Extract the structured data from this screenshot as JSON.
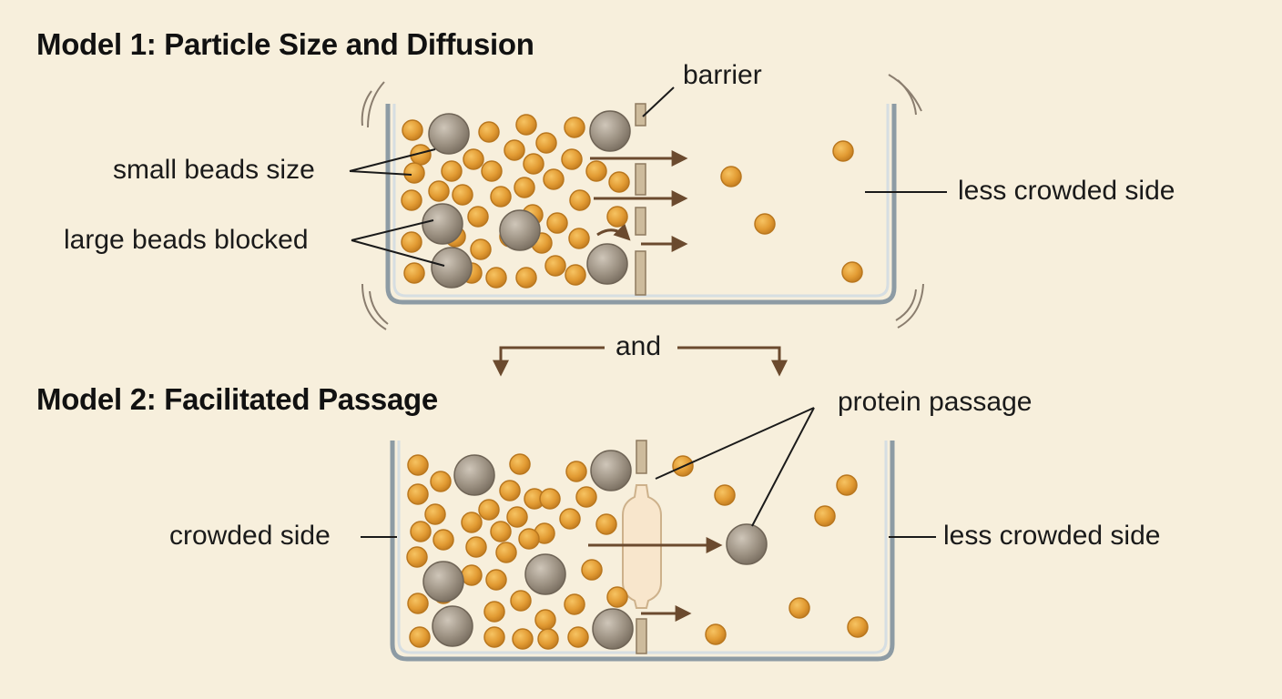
{
  "model1": {
    "title": "Model 1: Particle Size and Diffusion",
    "labels": {
      "barrier": "barrier",
      "small_beads": "small beads size",
      "large_beads": "large beads blocked",
      "less_crowded": "less crowded side"
    }
  },
  "connector": {
    "label": "and"
  },
  "model2": {
    "title": "Model 2: Facilitated Passage",
    "labels": {
      "protein_passage": "protein passage",
      "crowded": "crowded side",
      "less_crowded": "less crowded side"
    }
  },
  "colors": {
    "background": "#f7efdc",
    "small_bead": "#e4a037",
    "large_bead": "#9c9080",
    "barrier": "#cdbb9c",
    "arrow": "#6b4a2e",
    "tank_outline": "#9aa8b0"
  }
}
